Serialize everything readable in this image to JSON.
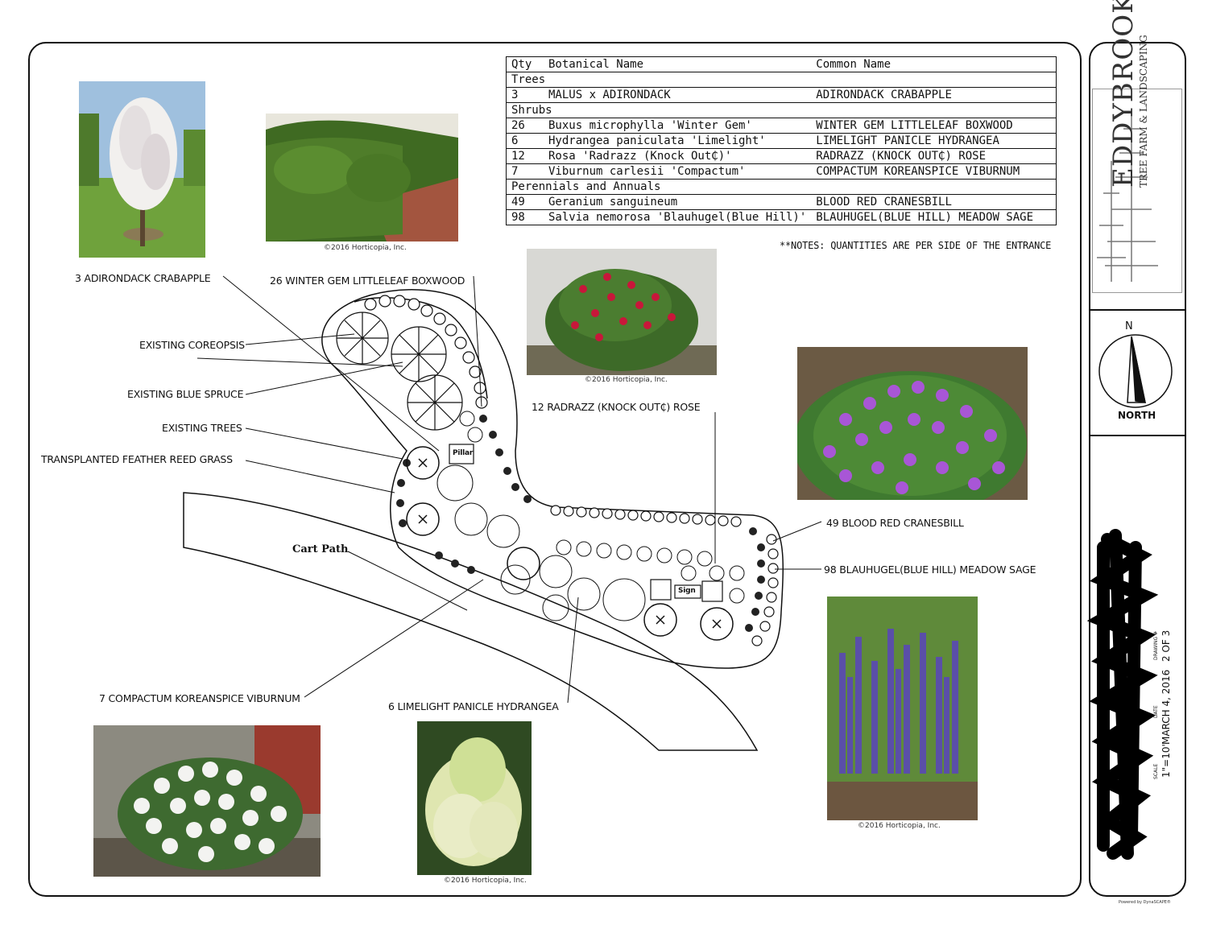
{
  "plant_table": {
    "headers": {
      "qty": "Qty",
      "botanical": "Botanical Name",
      "common": "Common Name"
    },
    "groups": [
      {
        "name": "Trees",
        "rows": [
          {
            "qty": "3",
            "botanical": "MALUS x ADIRONDACK",
            "common": "ADIRONDACK CRABAPPLE"
          }
        ]
      },
      {
        "name": "Shrubs",
        "rows": [
          {
            "qty": "26",
            "botanical": "Buxus microphylla 'Winter Gem'",
            "common": "WINTER GEM LITTLELEAF BOXWOOD"
          },
          {
            "qty": "6",
            "botanical": "Hydrangea paniculata 'Limelight'",
            "common": "LIMELIGHT PANICLE HYDRANGEA"
          },
          {
            "qty": "12",
            "botanical": "Rosa 'Radrazz (Knock Out₵)'",
            "common": "RADRAZZ (KNOCK OUT₵) ROSE"
          },
          {
            "qty": "7",
            "botanical": "Viburnum carlesii 'Compactum'",
            "common": "COMPACTUM KOREANSPICE VIBURNUM"
          }
        ]
      },
      {
        "name": "Perennials and Annuals",
        "rows": [
          {
            "qty": "49",
            "botanical": "Geranium sanguineum",
            "common": "BLOOD RED CRANESBILL"
          },
          {
            "qty": "98",
            "botanical": "Salvia nemorosa 'Blauhugel(Blue Hill)'",
            "common": "BLAUHUGEL(BLUE HILL) MEADOW SAGE"
          }
        ]
      }
    ]
  },
  "notes": "**NOTES: QUANTITIES ARE PER SIDE OF THE ENTRANCE",
  "labels": {
    "crabapple": "3 ADIRONDACK CRABAPPLE",
    "boxwood": "26 WINTER GEM LITTLELEAF BOXWOOD",
    "coreopsis": "EXISTING COREOPSIS",
    "spruce": "EXISTING BLUE SPRUCE",
    "trees": "EXISTING TREES",
    "feather_grass": "TRANSPLANTED FEATHER REED GRASS",
    "rose": "12 RADRAZZ (KNOCK OUT₵) ROSE",
    "cranesbill": "49 BLOOD RED CRANESBILL",
    "sage": "98 BLAUHUGEL(BLUE HILL) MEADOW SAGE",
    "viburnum": "7 COMPACTUM KOREANSPICE VIBURNUM",
    "hydrangea": "6 LIMELIGHT PANICLE HYDRANGEA",
    "cart_path": "Cart Path",
    "pillar": "Pillar",
    "sign": "Sign"
  },
  "photo_credit": "©2016 Horticopia, Inc.",
  "titleblock": {
    "logo_name": "EDDYBROOK",
    "logo_sub": "TREE FARM & LANDSCAPING",
    "north_letter": "N",
    "north_label": "NORTH",
    "drawing_label": "DRAWING #",
    "drawing_value": "2 OF 3",
    "date_label": "DATE",
    "date_value": "MARCH 4, 2016",
    "scale_label": "SCALE",
    "scale_value": "1\"=10'",
    "powered": "Powered by DynaSCAPE®"
  },
  "colors": {
    "line": "#111111",
    "paper": "#ffffff"
  }
}
